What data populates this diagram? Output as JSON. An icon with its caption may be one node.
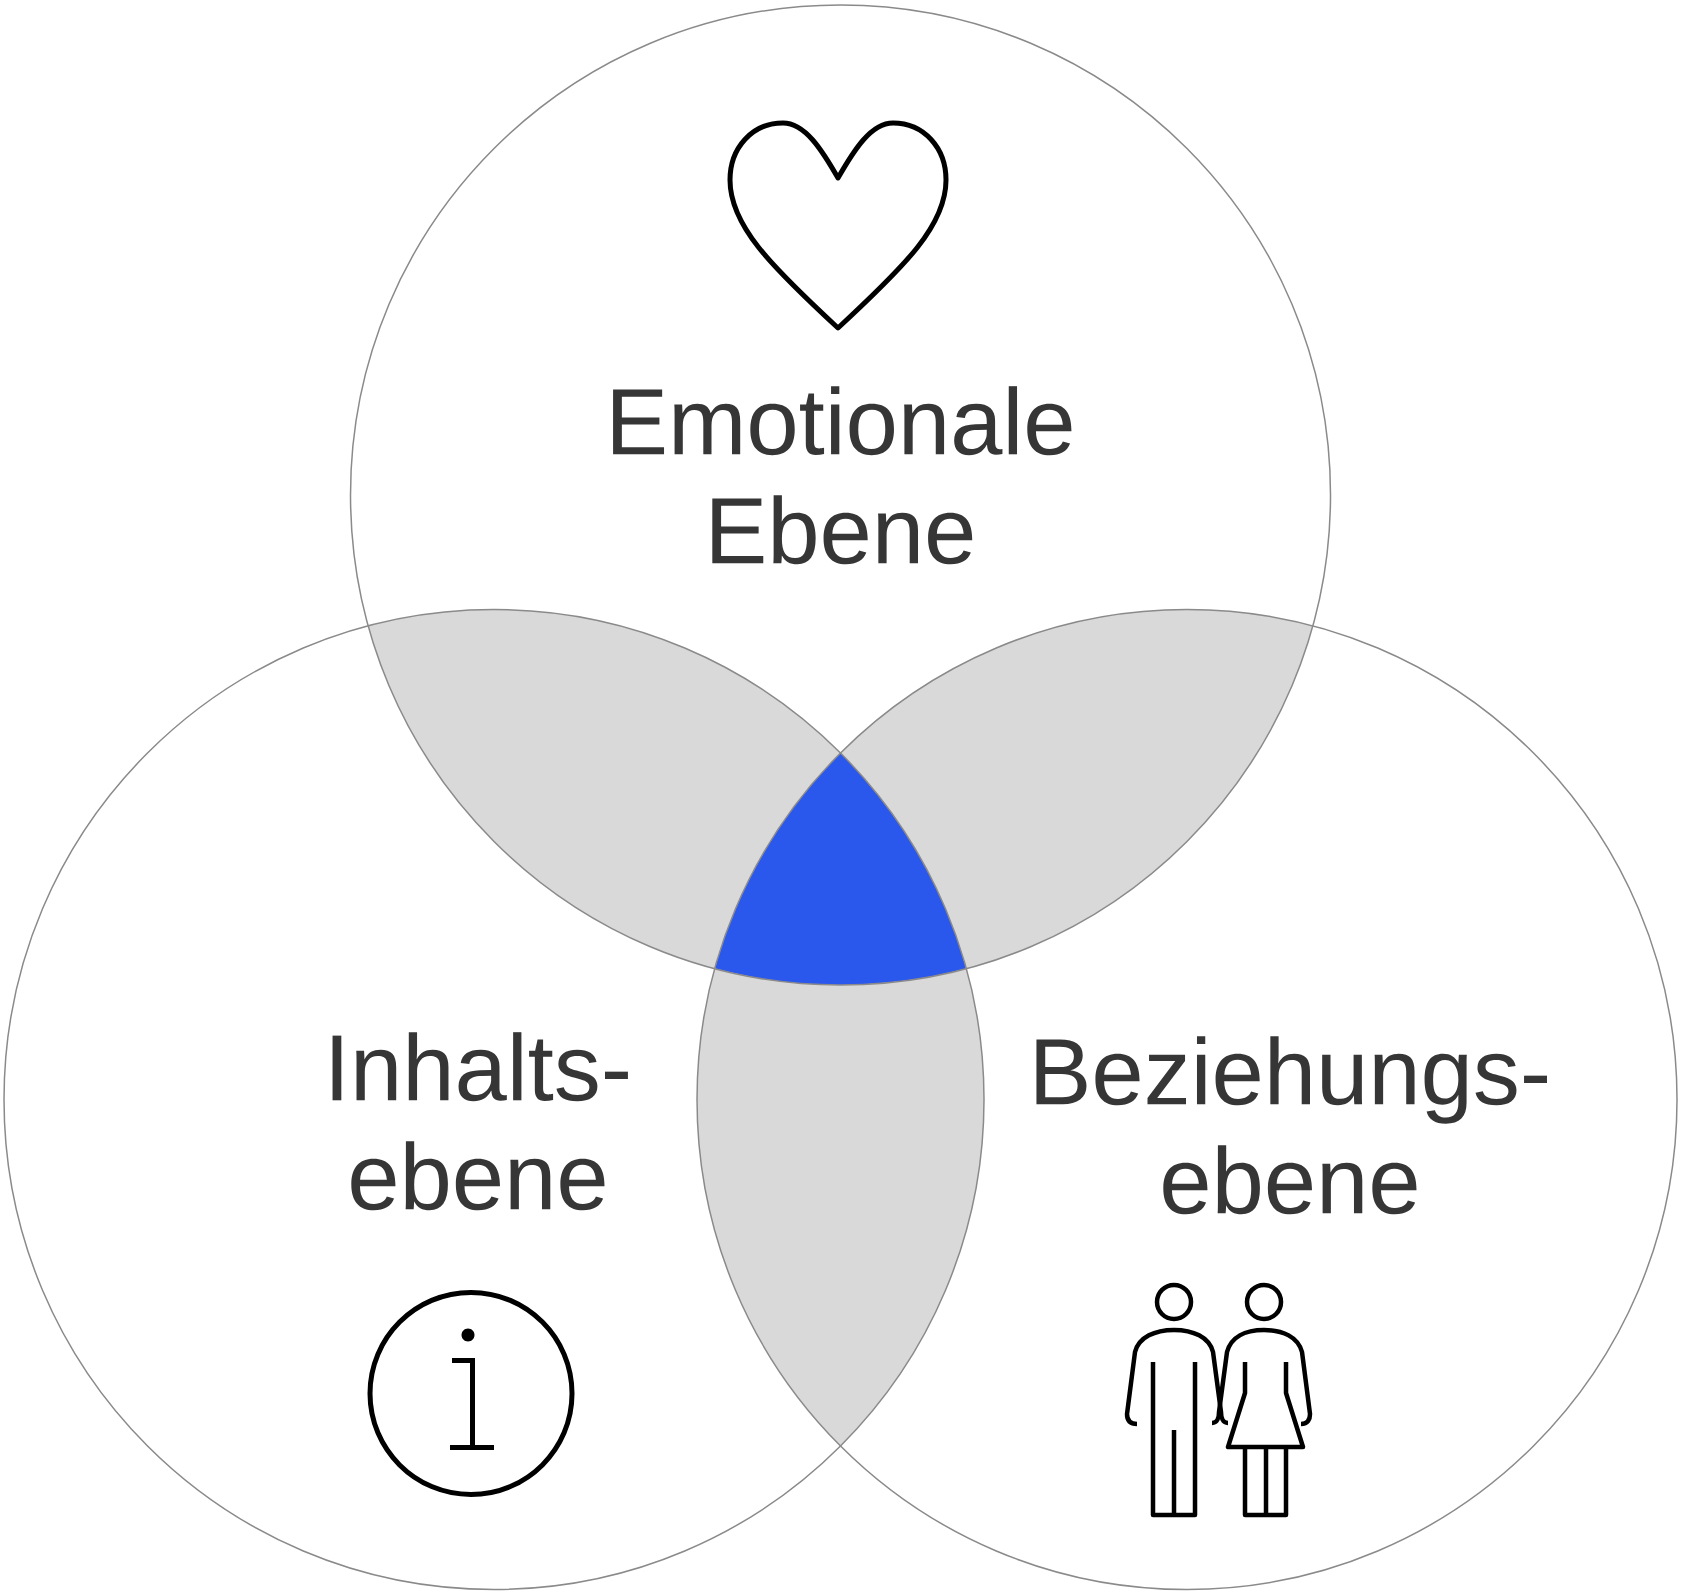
{
  "diagram": {
    "nodes": [
      {
        "text": [
          "Emotionale Ebene"
        ]
      },
      {
        "text": [
          "Inhalts- ebene"
        ]
      },
      {
        "text": [
          "Beziehungs- ebene"
        ]
      },
      {
        "text": [],
        "shape": "lens"
      },
      {
        "text": [],
        "shape": "lens"
      },
      {
        "text": [],
        "shape": "lens"
      },
      {
        "text": [],
        "shape": "triangle"
      }
    ]
  }
}
